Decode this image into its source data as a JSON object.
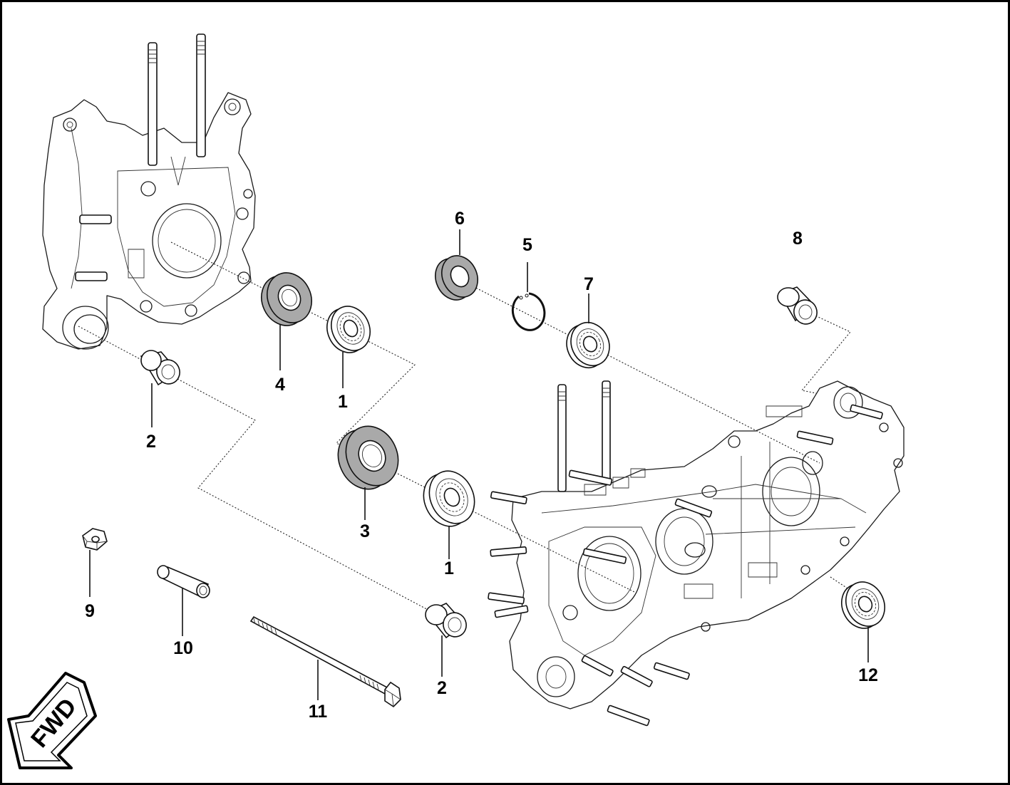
{
  "diagram": {
    "callouts": {
      "c1a": "1",
      "c1b": "1",
      "c2a": "2",
      "c2b": "2",
      "c3": "3",
      "c4": "4",
      "c5": "5",
      "c6": "6",
      "c7": "7",
      "c8": "8",
      "c9": "9",
      "c10": "10",
      "c11": "11",
      "c12": "12"
    },
    "fwd_label": "FWD"
  },
  "colors": {
    "line": "#111111",
    "seal_fill": "#a9a9a9",
    "background": "#ffffff"
  }
}
